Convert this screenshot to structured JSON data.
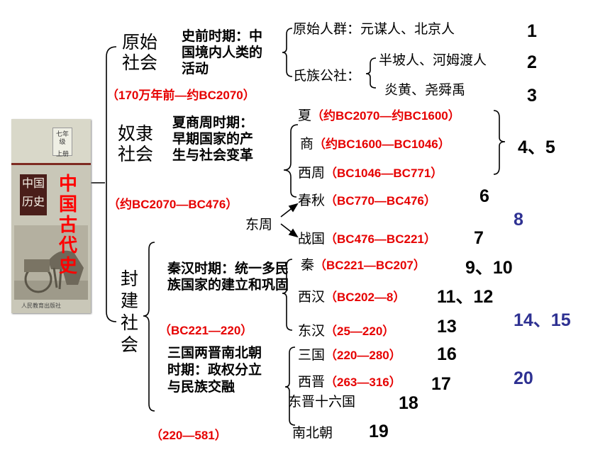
{
  "book": {
    "title": "中国历史",
    "grade": "七年级",
    "volume": "上册"
  },
  "root_label": "中国古代史",
  "primitive": {
    "society": "原始社会",
    "period_title": "史前时期：中国境内人类的活动",
    "span": "（170万年前—约BC2070）",
    "items": [
      {
        "label": "原始人群：元谋人、北京人",
        "num": "1"
      },
      {
        "label": "氏族公社：",
        "num": ""
      },
      {
        "label": "半坡人、河姆渡人",
        "num": "2"
      },
      {
        "label": "炎黄、尧舜禹",
        "num": "3"
      }
    ]
  },
  "slavery": {
    "society": "奴隶社会",
    "period_title": "夏商周时期：早期国家的产生与社会变革",
    "span": "（约BC2070—BC476）",
    "items": [
      {
        "name": "夏",
        "years": "（约BC2070—约BC1600）"
      },
      {
        "name": "商",
        "years": "（约BC1600—BC1046）"
      },
      {
        "name": "西周",
        "years": "（BC1046—BC771）"
      },
      {
        "name": "春秋",
        "years": "（BC770—BC476）"
      }
    ],
    "group_num": "4、5",
    "spring_autumn_num": "6",
    "eastern_zhou": "东周"
  },
  "feudal": {
    "society": "封建社会",
    "qin_han": {
      "title": "秦汉时期：统一多民族国家的建立和巩固",
      "span": "（BC221—220）",
      "items": [
        {
          "name": "秦",
          "years": "（BC221—BC207）",
          "num": "9、10"
        },
        {
          "name": "西汉",
          "years": "（BC202—8）",
          "num": "11、12"
        },
        {
          "name": "东汉",
          "years": "（25—220）",
          "num": "13"
        }
      ],
      "extra_num": "14、15"
    },
    "three_kingdoms": {
      "title": "三国两晋南北朝时期：政权分立与民族交融",
      "span": "（220—581）",
      "items": [
        {
          "name": "三国",
          "years": "（220—280）",
          "num": "16"
        },
        {
          "name": "西晋",
          "years": "（263—316）",
          "num": "17"
        },
        {
          "name": "东晋十六国",
          "years": "",
          "num": "18"
        },
        {
          "name": "南北朝",
          "years": "",
          "num": "19"
        }
      ],
      "extra_num": "20"
    }
  },
  "warring_states": {
    "name": "战国",
    "years": "（BC476—BC221）",
    "num": "7"
  },
  "extra_num_8": "8",
  "colors": {
    "red": "#e60000",
    "blue": "#2e3192",
    "black": "#000000"
  }
}
